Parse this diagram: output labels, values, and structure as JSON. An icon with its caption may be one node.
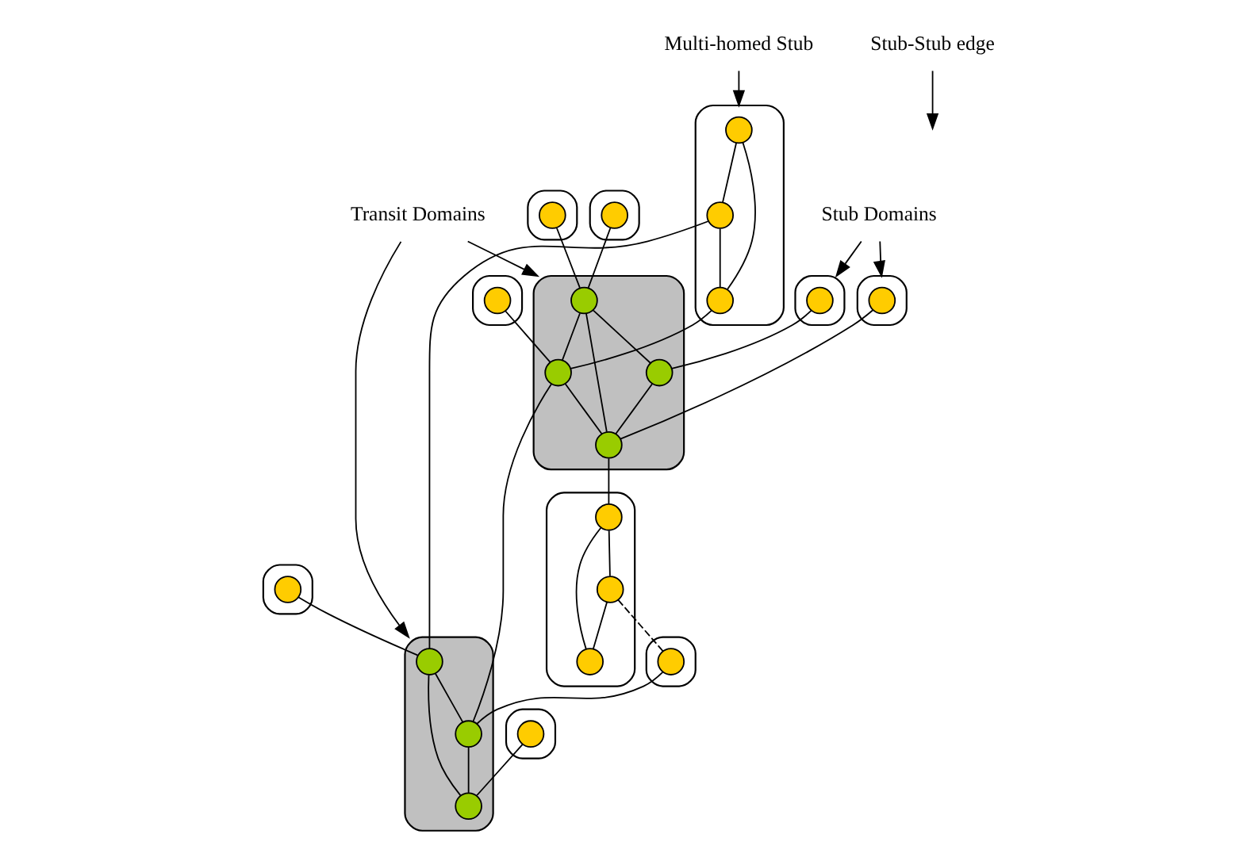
{
  "diagram": {
    "nodes": [
      {
        "text": [
          "Transit Domains"
        ]
      },
      {
        "text": [
          "Multi-homed Stub"
        ]
      },
      {
        "text": [],
        "shape": "ellipse"
      },
      {
        "text": [],
        "shape": "circle",
        "in": 2
      },
      {
        "text": [],
        "shape": "ellipse"
      },
      {
        "text": [],
        "shape": "circle",
        "in": 4
      },
      {
        "text": [],
        "shape": "ellipse"
      },
      {
        "text": [],
        "shape": "circle",
        "in": 6
      },
      {
        "text": [],
        "shape": "ellipse"
      },
      {
        "text": [],
        "shape": "circle",
        "in": 8
      },
      {
        "text": [],
        "shape": "circle",
        "in": 8
      },
      {
        "text": [],
        "shape": "circle",
        "in": 8
      },
      {
        "text": [],
        "shape": "ellipse"
      },
      {
        "text": [],
        "shape": "circle",
        "in": 12
      },
      {
        "text": [],
        "shape": "ellipse"
      },
      {
        "text": [],
        "shape": "circle",
        "in": 14
      },
      {
        "text": [],
        "shape": "circle",
        "in": 14
      },
      {
        "text": [],
        "shape": "circle",
        "in": 14
      },
      {
        "text": [],
        "shape": "circle",
        "in": 14
      },
      {
        "text": [],
        "shape": "ellipse"
      },
      {
        "text": [],
        "shape": "circle",
        "in": 19
      },
      {
        "text": [],
        "shape": "ellipse"
      },
      {
        "text": [],
        "shape": "circle",
        "in": 21
      },
      {
        "text": [],
        "shape": "circle",
        "in": 21
      },
      {
        "text": [],
        "shape": "circle",
        "in": 21
      },
      {
        "text": [],
        "shape": "ellipse"
      },
      {
        "text": [],
        "shape": "circle",
        "in": 25
      },
      {
        "text": [],
        "shape": "ellipse"
      },
      {
        "text": [],
        "shape": "circle",
        "in": 27
      },
      {
        "text": [],
        "shape": "ellipse"
      },
      {
        "text": [],
        "shape": "circle",
        "in": 29
      },
      {
        "text": [],
        "shape": "ellipse"
      },
      {
        "text": [],
        "shape": "circle",
        "in": 31
      },
      {
        "text": [],
        "shape": "circle",
        "in": 31
      },
      {
        "text": [],
        "shape": "circle",
        "in": 31
      },
      {
        "text": [
          "Stub Domains"
        ]
      },
      {
        "text": [
          "Stub-Stub edge"
        ]
      }
    ],
    "edges": [
      {
        "from": 0,
        "to": 14,
        "arrow": "to"
      },
      {
        "from": 0,
        "to": 21,
        "arrow": "to"
      },
      {
        "from": 1,
        "to": 8,
        "arrow": "to"
      },
      {
        "from": 15,
        "to": 16,
        "arrow": "none"
      },
      {
        "from": 15,
        "to": 17,
        "arrow": "none"
      },
      {
        "from": 15,
        "to": 18,
        "arrow": "none"
      },
      {
        "from": 17,
        "to": 18,
        "arrow": "none"
      },
      {
        "from": 16,
        "to": 18,
        "arrow": "none"
      },
      {
        "from": 22,
        "to": 23,
        "arrow": "none"
      },
      {
        "from": 22,
        "to": 24,
        "arrow": "none"
      },
      {
        "from": 24,
        "to": 23,
        "arrow": "none"
      },
      {
        "from": 9,
        "to": 10,
        "arrow": "none"
      },
      {
        "from": 9,
        "to": 11,
        "arrow": "none"
      },
      {
        "from": 10,
        "to": 11,
        "arrow": "none"
      },
      {
        "from": 32,
        "to": 33,
        "arrow": "none"
      },
      {
        "from": 32,
        "to": 34,
        "arrow": "none"
      },
      {
        "from": 33,
        "to": 34,
        "arrow": "none"
      },
      {
        "from": 3,
        "to": 16,
        "arrow": "none"
      },
      {
        "from": 5,
        "to": 15,
        "arrow": "none"
      },
      {
        "from": 20,
        "to": 15,
        "arrow": "none"
      },
      {
        "from": 26,
        "to": 17,
        "arrow": "none"
      },
      {
        "from": 28,
        "to": 18,
        "arrow": "none"
      },
      {
        "from": 11,
        "to": 16,
        "arrow": "none"
      },
      {
        "from": 10,
        "to": 22,
        "arrow": "none"
      },
      {
        "from": 7,
        "to": 22,
        "arrow": "none"
      },
      {
        "from": 13,
        "to": 23,
        "arrow": "none"
      },
      {
        "from": 30,
        "to": 24,
        "arrow": "none"
      },
      {
        "from": 16,
        "to": 24,
        "arrow": "none"
      },
      {
        "from": 18,
        "to": 32,
        "arrow": "none"
      },
      {
        "from": 33,
        "to": 30,
        "arrow": "none",
        "style": "dashed"
      },
      {
        "from": 35,
        "to": 25,
        "arrow": "to"
      },
      {
        "from": 35,
        "to": 27,
        "arrow": "to"
      },
      {
        "from": 36,
        "to": null,
        "arrow": "to"
      }
    ]
  }
}
